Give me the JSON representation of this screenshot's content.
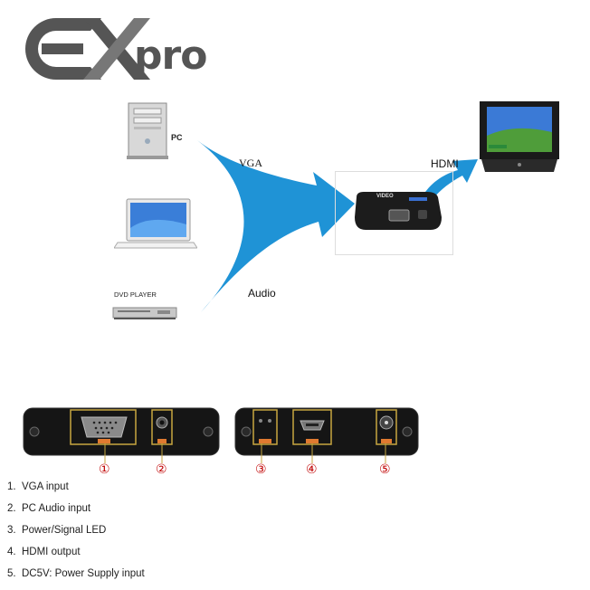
{
  "logo": {
    "brand": "EXpro"
  },
  "devices": {
    "pc_label": "PC",
    "dvd_label": "DVD PLAYER"
  },
  "flow": {
    "vga_label": "VGA",
    "audio_label": "Audio",
    "hdmi_label": "HDMI"
  },
  "converter": {
    "brand_text": "VIDEO"
  },
  "callouts": [
    "①",
    "②",
    "③",
    "④",
    "⑤"
  ],
  "ports": [
    {
      "num": "1.",
      "text": "VGA input"
    },
    {
      "num": "2.",
      "text": "PC Audio input"
    },
    {
      "num": "3.",
      "text": "Power/Signal LED"
    },
    {
      "num": "4.",
      "text": "HDMI output"
    },
    {
      "num": "5.",
      "text": "DC5V: Power Supply input"
    }
  ],
  "colors": {
    "arrow_blue": "#1f93d6",
    "callout_red": "#c00000",
    "logo_gray": "#555555"
  }
}
